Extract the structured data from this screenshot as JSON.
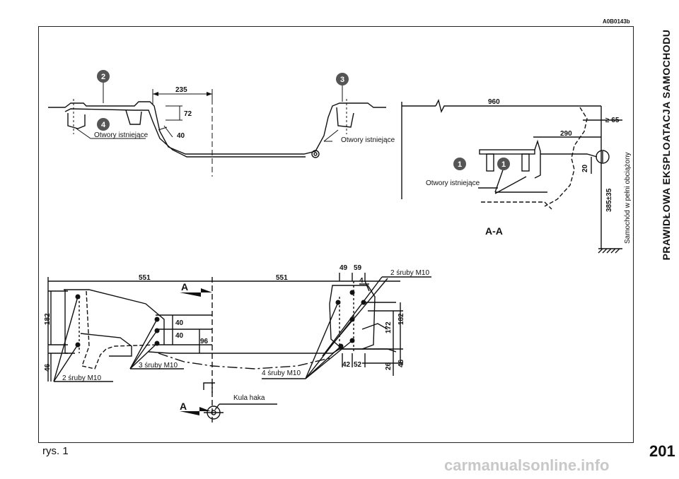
{
  "image_code": "A0B0143b",
  "side_title": "PRAWIDŁOWA EKSPLOATACJA SAMOCHODU",
  "page_number": "201",
  "figure_label": "rys. 1",
  "watermark": "carmanualsonline.info",
  "top_left_view": {
    "labels": {
      "existing_holes_left": "Otwory istniejące",
      "existing_holes_right": "Otwory istniejące"
    },
    "dims": {
      "d235": "235",
      "d72": "72",
      "d40": "40"
    },
    "callouts": {
      "c2": "2",
      "c3": "3",
      "c4": "4"
    }
  },
  "section_view": {
    "labels": {
      "existing_holes": "Otwory istniejące",
      "full_load": "Samochód w pełni obciążony",
      "section": "A-A"
    },
    "dims": {
      "d960": "960",
      "d65": "≥ 65",
      "d290": "290",
      "d20": "20",
      "d385": "385±35"
    },
    "callouts": {
      "c1a": "1",
      "c1b": "1"
    }
  },
  "bottom_view": {
    "labels": {
      "bolts_2_left": "2 śruby M10",
      "bolts_3": "3 śruby M10",
      "bolts_4": "4 śruby M10",
      "bolts_2_right": "2 śruby M10",
      "hitch_ball": "Kula haka",
      "section_a_top": "A",
      "section_a_bottom": "A"
    },
    "dims": {
      "d551a": "551",
      "d551b": "551",
      "d182l": "182",
      "d46l": "46",
      "d40a": "40",
      "d40b": "40",
      "d96": "96",
      "d49": "49",
      "d59": "59",
      "d4": "4",
      "d172": "172",
      "d182r": "182",
      "d26": "26",
      "d46r": "46",
      "d42": "42",
      "d52": "52"
    }
  }
}
